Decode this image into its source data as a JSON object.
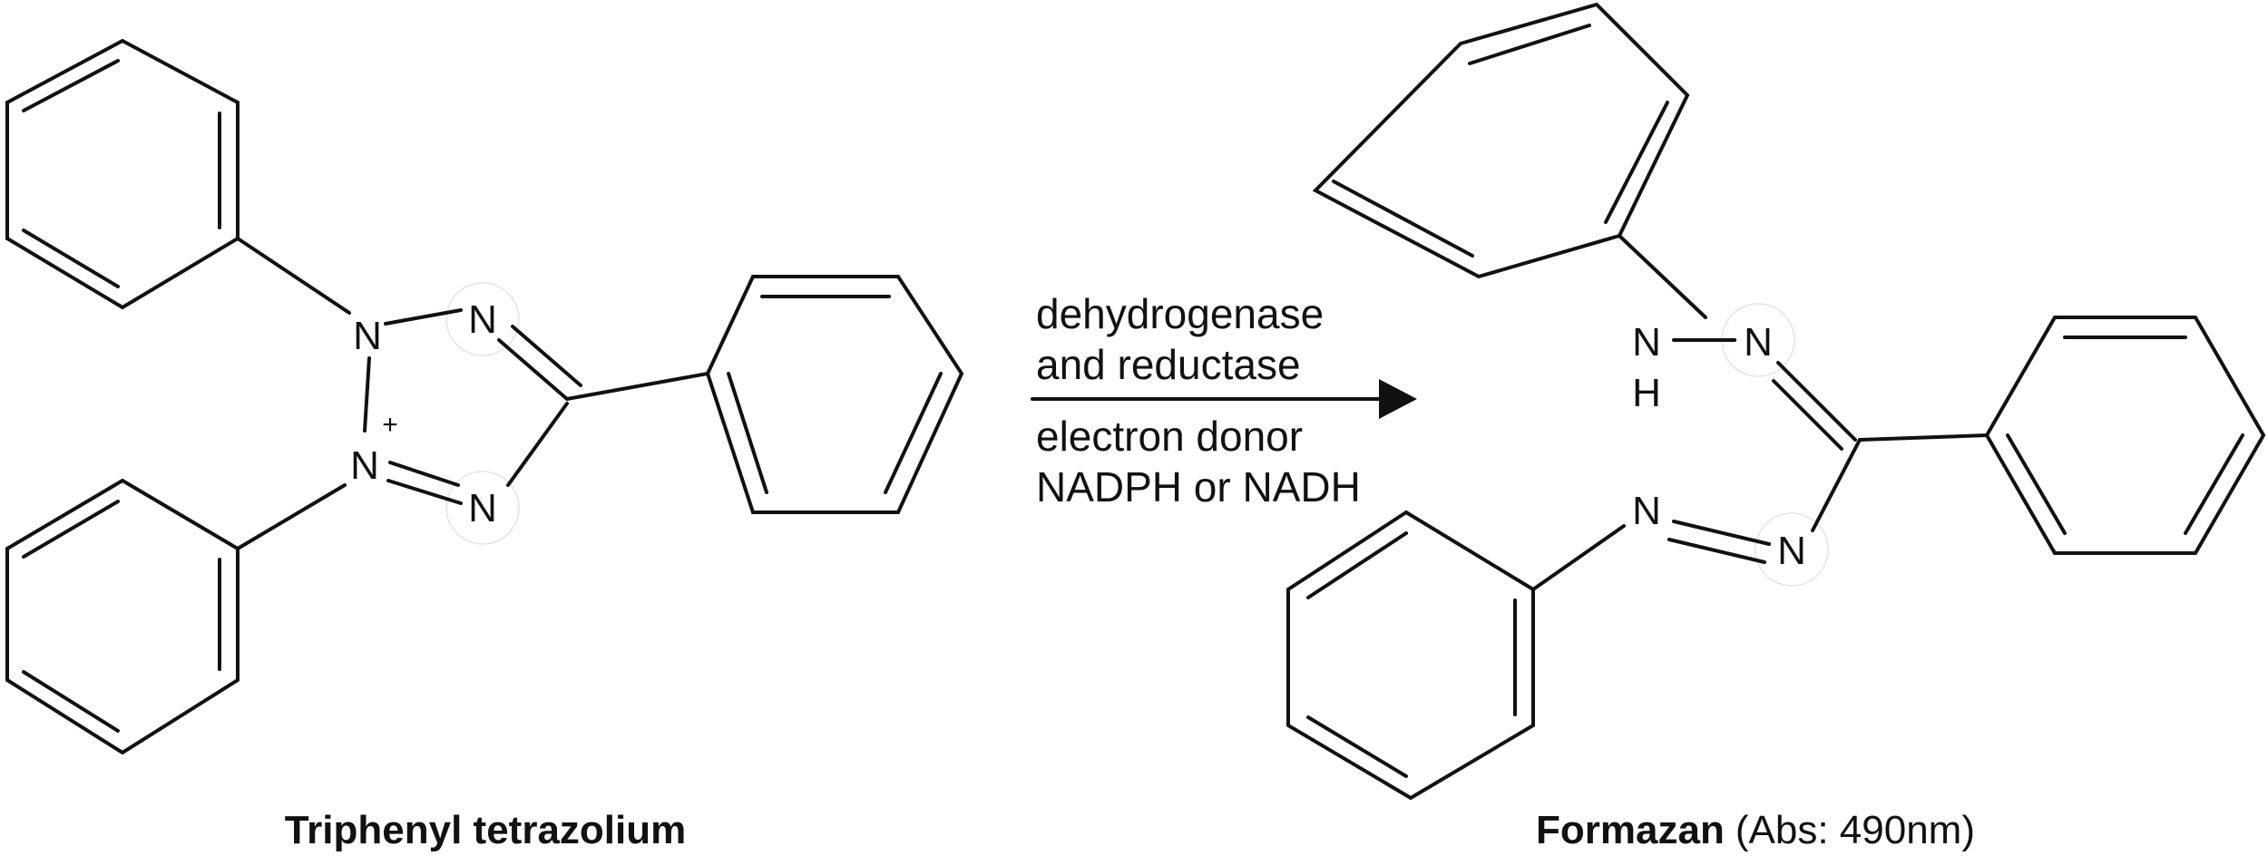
{
  "reactant": {
    "atoms": {
      "n1": "N",
      "n2": "N",
      "n3": "N",
      "n4": "N",
      "charge": "+"
    },
    "name": "Triphenyl tetrazolium"
  },
  "conditions": {
    "above_line1": "dehydrogenase",
    "above_line2": "and reductase",
    "below_line1": "electron donor",
    "below_line2": "NADPH or NADH"
  },
  "product": {
    "atoms": {
      "nh_n": "N",
      "nh_h": "H",
      "n_imine": "N",
      "n_azo1": "N",
      "n_azo2": "N"
    },
    "name_bold": "Formazan",
    "name_note": "(Abs: 490nm)"
  },
  "colors": {
    "ink": "#111111",
    "background": "#ffffff"
  }
}
